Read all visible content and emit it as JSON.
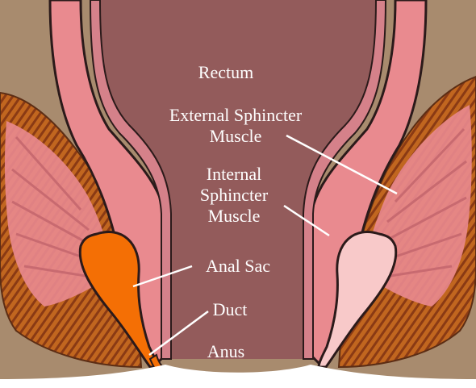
{
  "labels": {
    "rectum": "Rectum",
    "external_line1": "External Sphincter",
    "external_line2": "Muscle",
    "internal_line1": "Internal",
    "internal_line2": "Sphincter",
    "internal_line3": "Muscle",
    "anal_sac": "Anal Sac",
    "duct": "Duct",
    "anus": "Anus"
  },
  "colors": {
    "background_tissue": "#a88b6e",
    "rectum_lumen": "#935b5b",
    "sphincter_pink": "#e98a8f",
    "sphincter_outline": "#2b1a1a",
    "muscle_striped": "#b5561e",
    "anal_sac_filled": "#f46f05",
    "anal_sac_empty": "#f8c9c9",
    "label_text": "#ffffff"
  }
}
